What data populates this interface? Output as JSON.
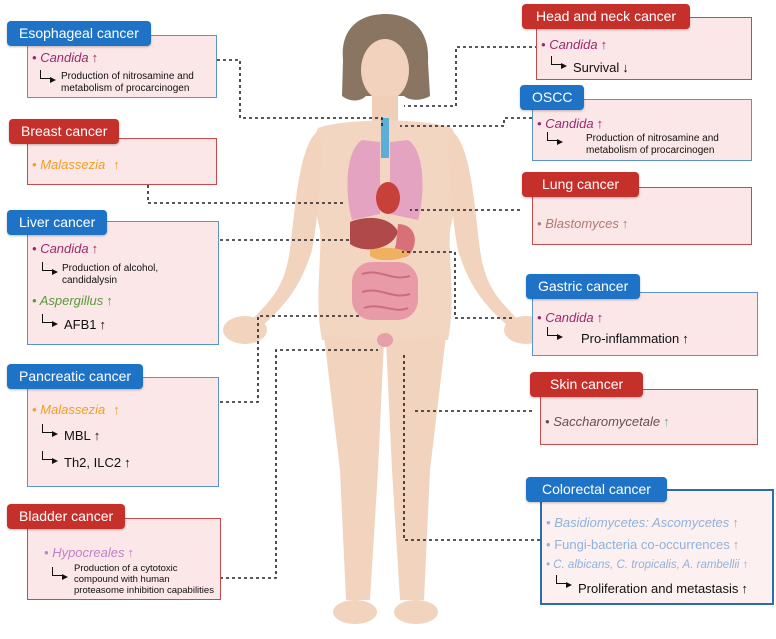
{
  "colors": {
    "blue_tab": "#1f73c6",
    "red_tab": "#c6302b",
    "card_fill": "#fbe6e8",
    "candida": "#9c2a6b",
    "malassezia": "#f0a020",
    "aspergillus": "#5a9a3c",
    "blastomyces": "#b07a70",
    "hypocreales": "#c080c8",
    "saccharomycetale": "#6a4f4f",
    "colorectal_text": "#8fb2dc",
    "up_arrow": "#9c2a6b"
  },
  "icons": [
    "up-arrow-icon",
    "down-arrow-icon",
    "elbow-arrow-icon",
    "human-body-illustration"
  ],
  "cards": {
    "esophageal": {
      "title": "Esophageal cancer",
      "fungus": "Candida",
      "effect": "Production of nitrosamine and metabolism of procarcinogen"
    },
    "breast": {
      "title": "Breast cancer",
      "fungus": "Malassezia"
    },
    "liver": {
      "title": "Liver cancer",
      "fungus1": "Candida",
      "effect1": "Production of alcohol, candidalysin",
      "fungus2": "Aspergillus",
      "effect2": "AFB1"
    },
    "pancreatic": {
      "title": "Pancreatic cancer",
      "fungus": "Malassezia",
      "effect1": "MBL",
      "effect2": "Th2, ILC2"
    },
    "bladder": {
      "title": "Bladder cancer",
      "fungus": "Hypocreales",
      "effect": "Production of a cytotoxic compound with human proteasome inhibition capabilities"
    },
    "headneck": {
      "title": "Head and neck cancer",
      "fungus": "Candida",
      "effect": "Survival"
    },
    "oscc": {
      "title": "OSCC",
      "fungus": "Candida",
      "effect": "Production of nitrosamine and metabolism of procarcinogen"
    },
    "lung": {
      "title": "Lung cancer",
      "fungus": "Blastomyces"
    },
    "gastric": {
      "title": "Gastric cancer",
      "fungus": "Candida",
      "effect": "Pro-inflammation"
    },
    "skin": {
      "title": "Skin cancer",
      "fungus": "Saccharomycetale"
    },
    "colorectal": {
      "title": "Colorectal cancer",
      "item1": "Basidiomycetes: Ascomycetes",
      "item2": "Fungi-bacteria co-occurrences",
      "item3": "C. albicans, C. tropicalis, A. rambellii",
      "effect": "Proliferation and metastasis"
    }
  },
  "bullet": "•",
  "up": "↑",
  "down": "↓"
}
